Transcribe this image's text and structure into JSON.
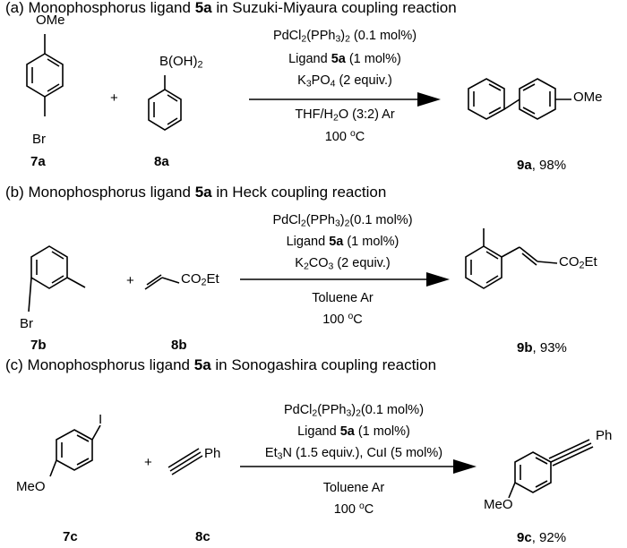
{
  "sections": [
    {
      "heading_prefix": "(a)  Monophosphorus ligand ",
      "ligand": "5a",
      "heading_suffix": " in Suzuki-Miyaura coupling reaction",
      "conditions": {
        "line1_pre": "PdCl",
        "line1_s1": "2",
        "line1_mid": "(PPh",
        "line1_s2": "3",
        "line1_mid2": ")",
        "line1_s3": "2",
        "line1_post": " (0.1 mol%)",
        "line2_pre": "Ligand ",
        "line2_post": " (1 mol%)",
        "line3_pre": "K",
        "line3_s1": "3",
        "line3_mid": "PO",
        "line3_s2": "4",
        "line3_post": " (2 equiv.)",
        "line4_pre": "THF/H",
        "line4_s1": "2",
        "line4_post": "O (3:2)  Ar",
        "line5_pre": "100 ",
        "line5_sup": "o",
        "line5_post": "C"
      },
      "reactant1": {
        "id": "7a",
        "substituent_top": "OMe",
        "substituent_bottom": "Br"
      },
      "reactant2": {
        "id": "8a",
        "substituent_pre": "B(OH)",
        "substituent_sub": "2"
      },
      "plus": "+",
      "product": {
        "id": "9a",
        "yield": ", 98%",
        "substituent": "OMe"
      }
    },
    {
      "heading_prefix": "(b)  Monophosphorus ligand ",
      "ligand": "5a",
      "heading_suffix": " in Heck coupling reaction",
      "conditions": {
        "line1_pre": "PdCl",
        "line1_s1": "2",
        "line1_mid": "(PPh",
        "line1_s2": "3",
        "line1_mid2": ")",
        "line1_s3": "2",
        "line1_post": "(0.1 mol%)",
        "line2_pre": "Ligand ",
        "line2_post": " (1 mol%)",
        "line3_pre": "K",
        "line3_s1": "2",
        "line3_mid": "CO",
        "line3_s2": "3",
        "line3_post": " (2 equiv.)",
        "line4": "Toluene Ar",
        "line5_pre": "100 ",
        "line5_sup": "o",
        "line5_post": "C"
      },
      "reactant1": {
        "id": "7b",
        "substituent": "Br"
      },
      "reactant2": {
        "id": "8b",
        "group_pre": "CO",
        "group_sub": "2",
        "group_post": "Et"
      },
      "plus": "+",
      "product": {
        "id": "9b",
        "yield": ", 93%",
        "group_pre": "CO",
        "group_sub": "2",
        "group_post": "Et"
      }
    },
    {
      "heading_prefix": "(c)  Monophosphorus ligand ",
      "ligand": "5a",
      "heading_suffix": " in Sonogashira coupling reaction",
      "conditions": {
        "line1_pre": "PdCl",
        "line1_s1": "2",
        "line1_mid": "(PPh",
        "line1_s2": "3",
        "line1_mid2": ")",
        "line1_s3": "2",
        "line1_post": "(0.1 mol%)",
        "line2_pre": "Ligand ",
        "line2_post": " (1 mol%)",
        "line3_pre": "Et",
        "line3_s1": "3",
        "line3_post": "N (1.5 equiv.), CuI (5 mol%)",
        "line4": "Toluene Ar",
        "line5_pre": "100 ",
        "line5_sup": "o",
        "line5_post": "C"
      },
      "reactant1": {
        "id": "7c",
        "substituent_top": "I",
        "substituent_bottom": "MeO"
      },
      "reactant2": {
        "id": "8c",
        "substituent": "Ph"
      },
      "plus": "+",
      "product": {
        "id": "9c",
        "yield": ", 92%",
        "substituent_top": "Ph",
        "substituent_bottom": "MeO"
      }
    }
  ]
}
